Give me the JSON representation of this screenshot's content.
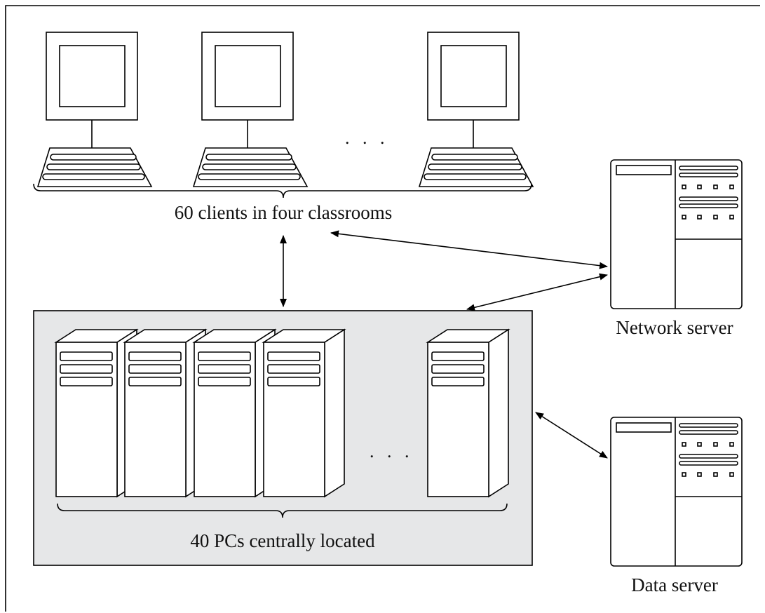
{
  "labels": {
    "clients": "60 clients in four classrooms",
    "pcs": "40 PCs centrally located",
    "network_server": "Network server",
    "data_server": "Data server",
    "clients_ellipsis": ". . .",
    "pcs_ellipsis": ". . ."
  },
  "colors": {
    "pc_group_fill": "#e6e7e8",
    "stroke": "#000000",
    "background": "#ffffff"
  },
  "icons": {
    "client": "desktop-computer-icon",
    "pc": "tower-computer-icon",
    "server": "server-cabinet-icon"
  }
}
